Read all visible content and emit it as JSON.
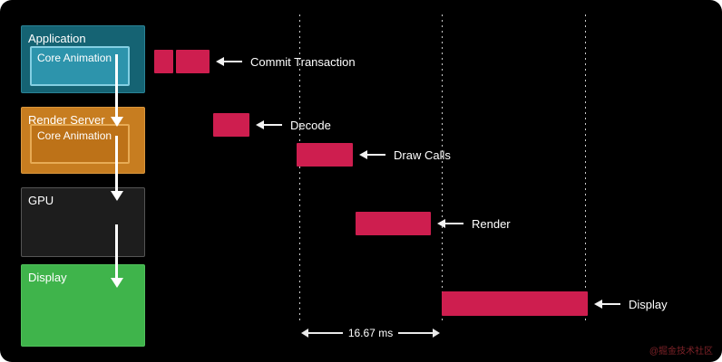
{
  "stages": [
    {
      "label": "Application",
      "inner_label": "Core Animation"
    },
    {
      "label": "Render Server",
      "inner_label": "Core Animation"
    },
    {
      "label": "GPU"
    },
    {
      "label": "Display"
    }
  ],
  "callouts": [
    {
      "label": "Commit Transaction"
    },
    {
      "label": "Decode"
    },
    {
      "label": "Draw Calls"
    },
    {
      "label": "Render"
    },
    {
      "label": "Display"
    }
  ],
  "measurement": {
    "label": "16.67 ms"
  },
  "watermark": "@掘金技术社区",
  "colors": {
    "background": "#000000",
    "timeline_bar": "#ce1e4f",
    "application_box": "#156373",
    "application_inner_box": "#2d94ac",
    "render_server_box": "#c77d20",
    "render_server_inner_box": "#bd7218",
    "gpu_box": "#1d1d1d",
    "display_box": "#3fb44b",
    "arrows_and_text": "#ffffff"
  }
}
